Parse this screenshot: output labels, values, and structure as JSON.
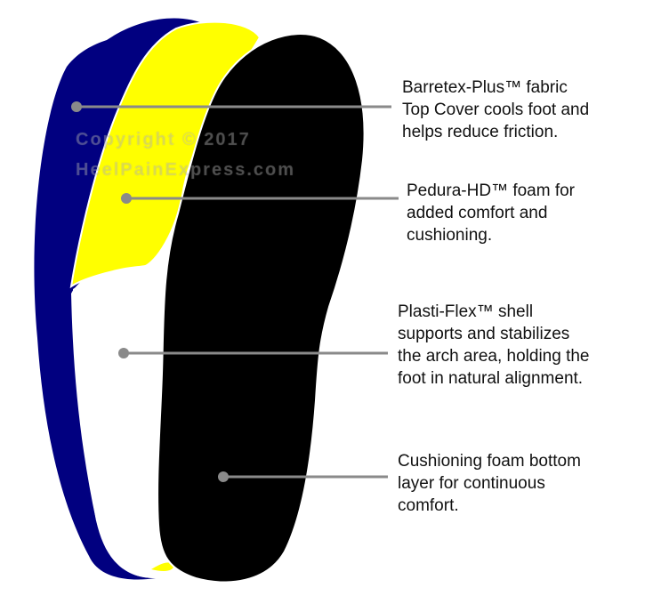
{
  "layers": [
    {
      "id": "top-cover",
      "color": "#010080",
      "label": "Barretex-Plus™ fabric\nTop Cover cools foot and\nhelps reduce friction."
    },
    {
      "id": "foam",
      "color": "#ffff00",
      "label": "Pedura-HD™ foam for\nadded comfort and\ncushioning."
    },
    {
      "id": "shell",
      "color": "#ffffff",
      "label": "Plasti-Flex™ shell\nsupports and stabilizes\nthe arch area, holding the\nfoot in natural alignment."
    },
    {
      "id": "bottom",
      "color": "#000000",
      "label": "Cushioning foam bottom\nlayer for continuous\ncomfort."
    }
  ],
  "callout_color": "#8a8a8a",
  "watermark": {
    "line1": "Copyright © 2017",
    "line2": "HeelPainExpress.com"
  }
}
